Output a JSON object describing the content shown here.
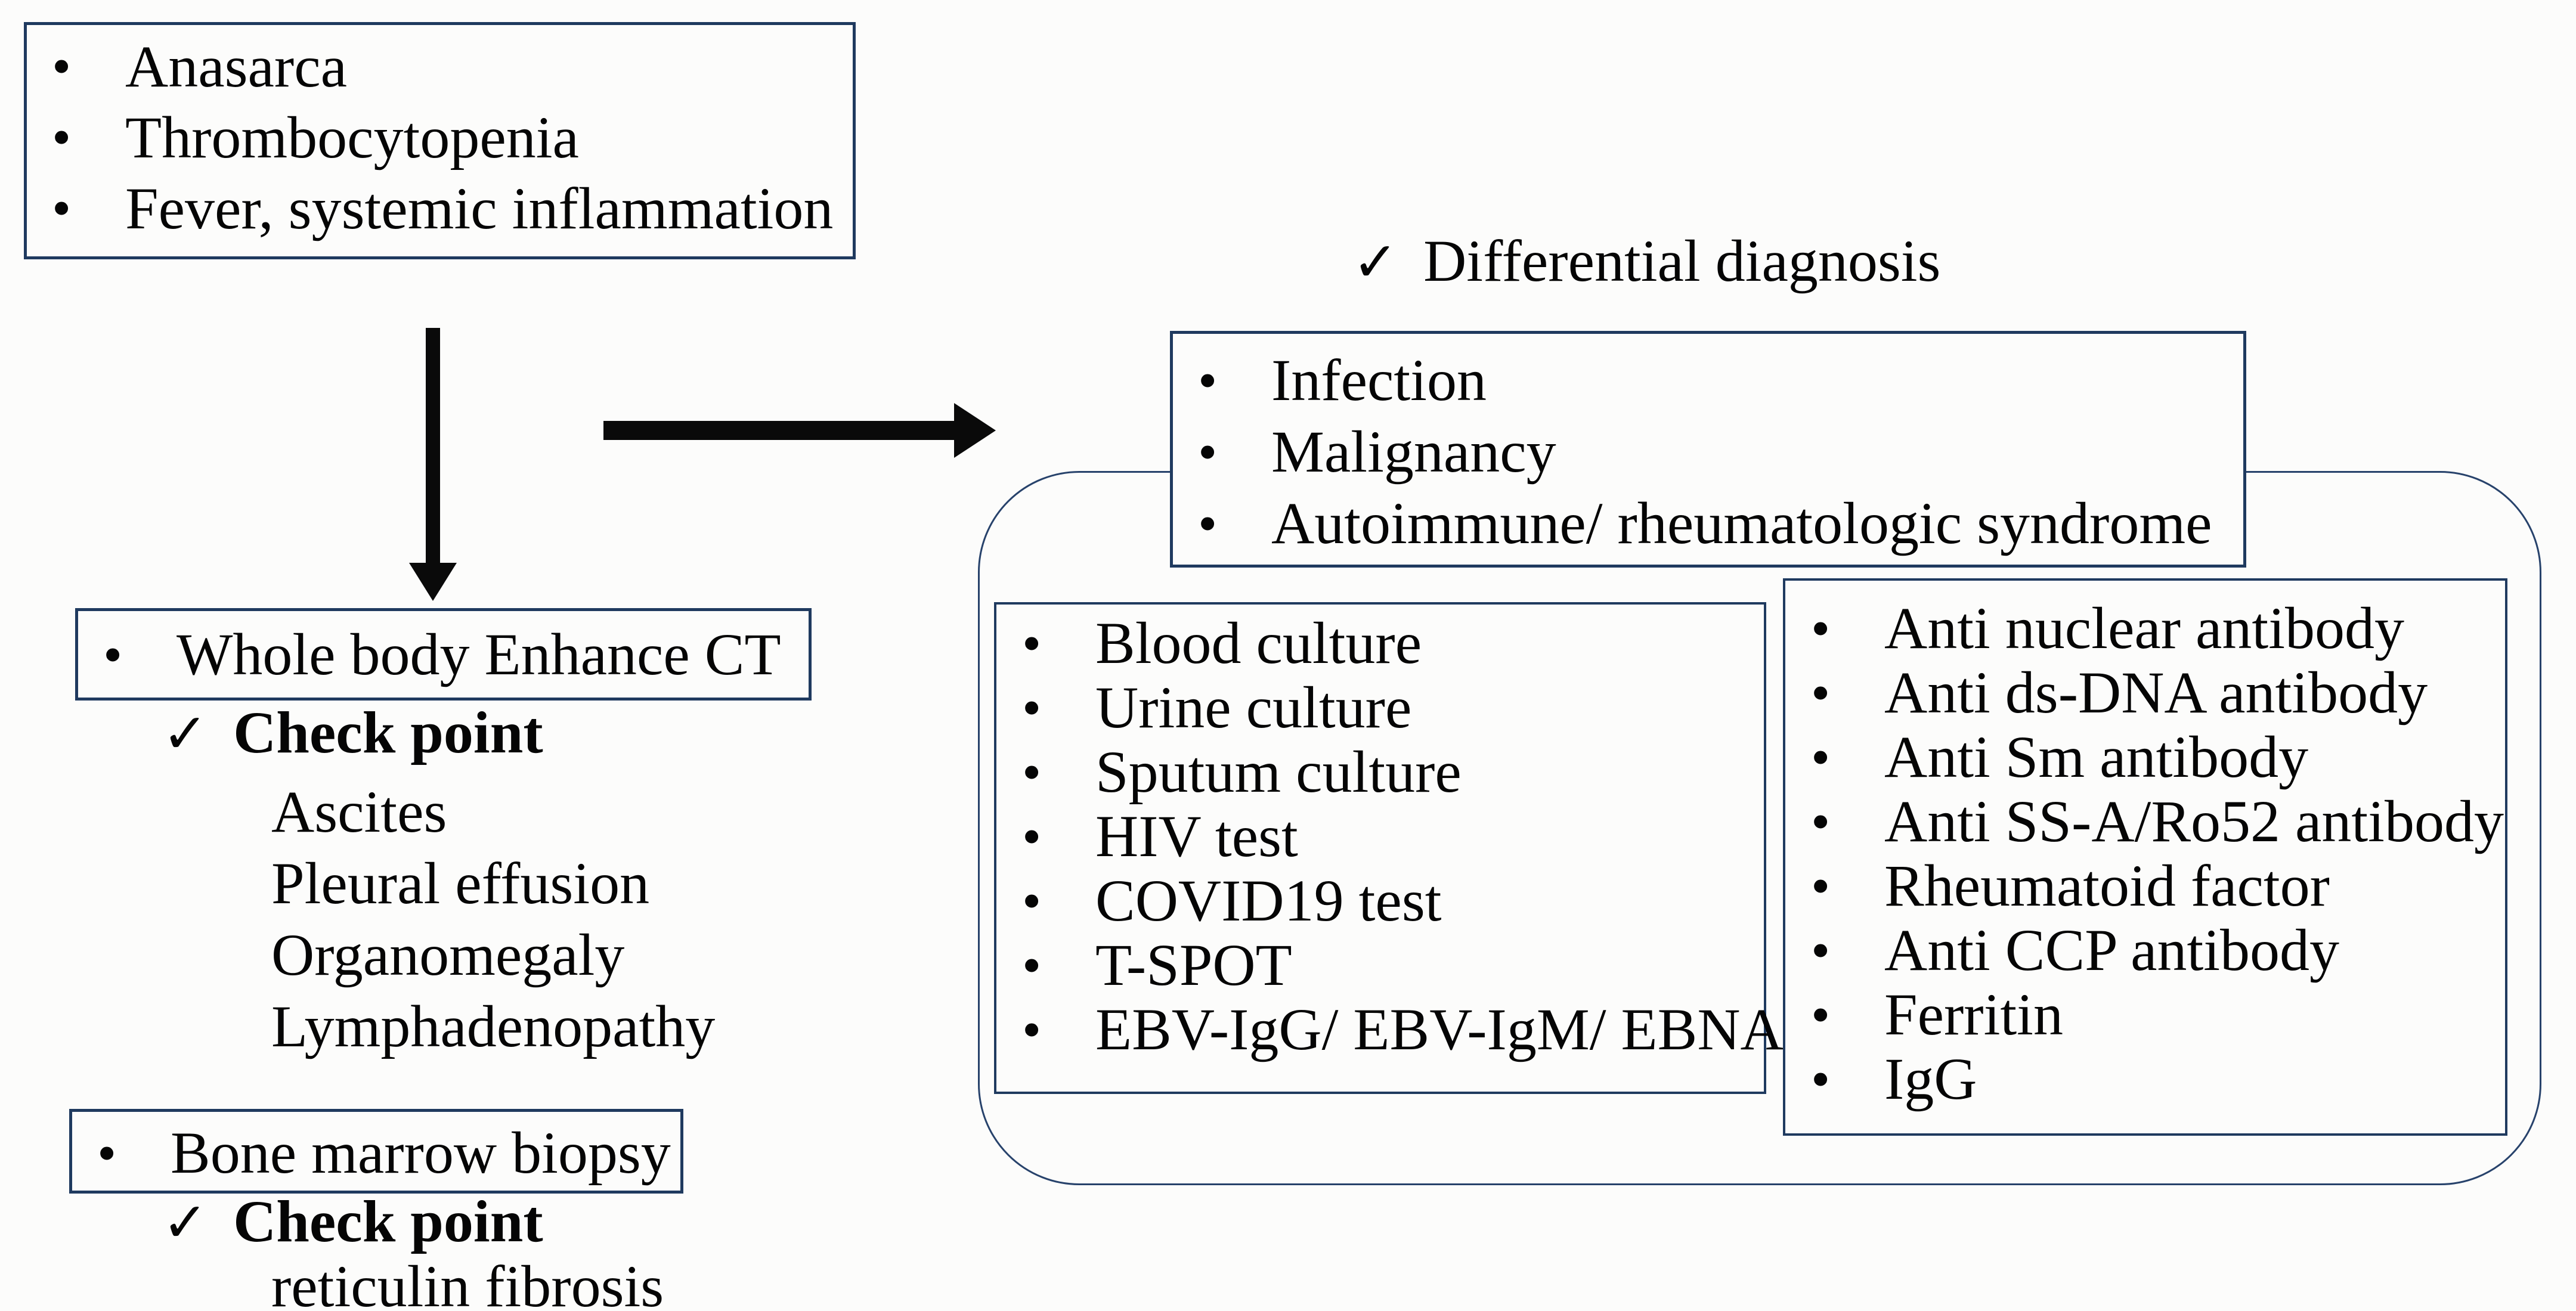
{
  "diagram": {
    "colors": {
      "border": "#1f3a5f",
      "text": "#050505",
      "arrow": "#0a0a0a"
    },
    "check_glyph": "✓",
    "symptom_box": {
      "items": [
        "Anasarca",
        "Thrombocytopenia",
        "Fever, systemic inflammation"
      ]
    },
    "differential_heading": {
      "label": "Differential diagnosis"
    },
    "differential_box": {
      "items": [
        "Infection",
        "Malignancy",
        "Autoimmune/ rheumatologic syndrome"
      ]
    },
    "ct_box": {
      "items": [
        "Whole body Enhance CT"
      ]
    },
    "checkpoint_ct": {
      "label": "Check point",
      "sub_items": [
        "Ascites",
        "Pleural effusion",
        "Organomegaly",
        "Lymphadenopathy"
      ]
    },
    "bone_marrow_box": {
      "items": [
        "Bone marrow biopsy"
      ]
    },
    "checkpoint_bone_marrow": {
      "label": "Check point",
      "sub_items": [
        "reticulin fibrosis"
      ]
    },
    "infection_tests_box": {
      "items": [
        "Blood culture",
        "Urine culture",
        "Sputum culture",
        "HIV test",
        "COVID19 test",
        "T-SPOT",
        "EBV-IgG/ EBV-IgM/ EBNA"
      ]
    },
    "autoimmune_tests_box": {
      "items": [
        "Anti nuclear antibody",
        "Anti ds-DNA antibody",
        "Anti Sm antibody",
        "Anti SS-A/Ro52 antibody",
        "Rheumatoid factor",
        "Anti CCP antibody",
        "Ferritin",
        "IgG"
      ]
    }
  }
}
